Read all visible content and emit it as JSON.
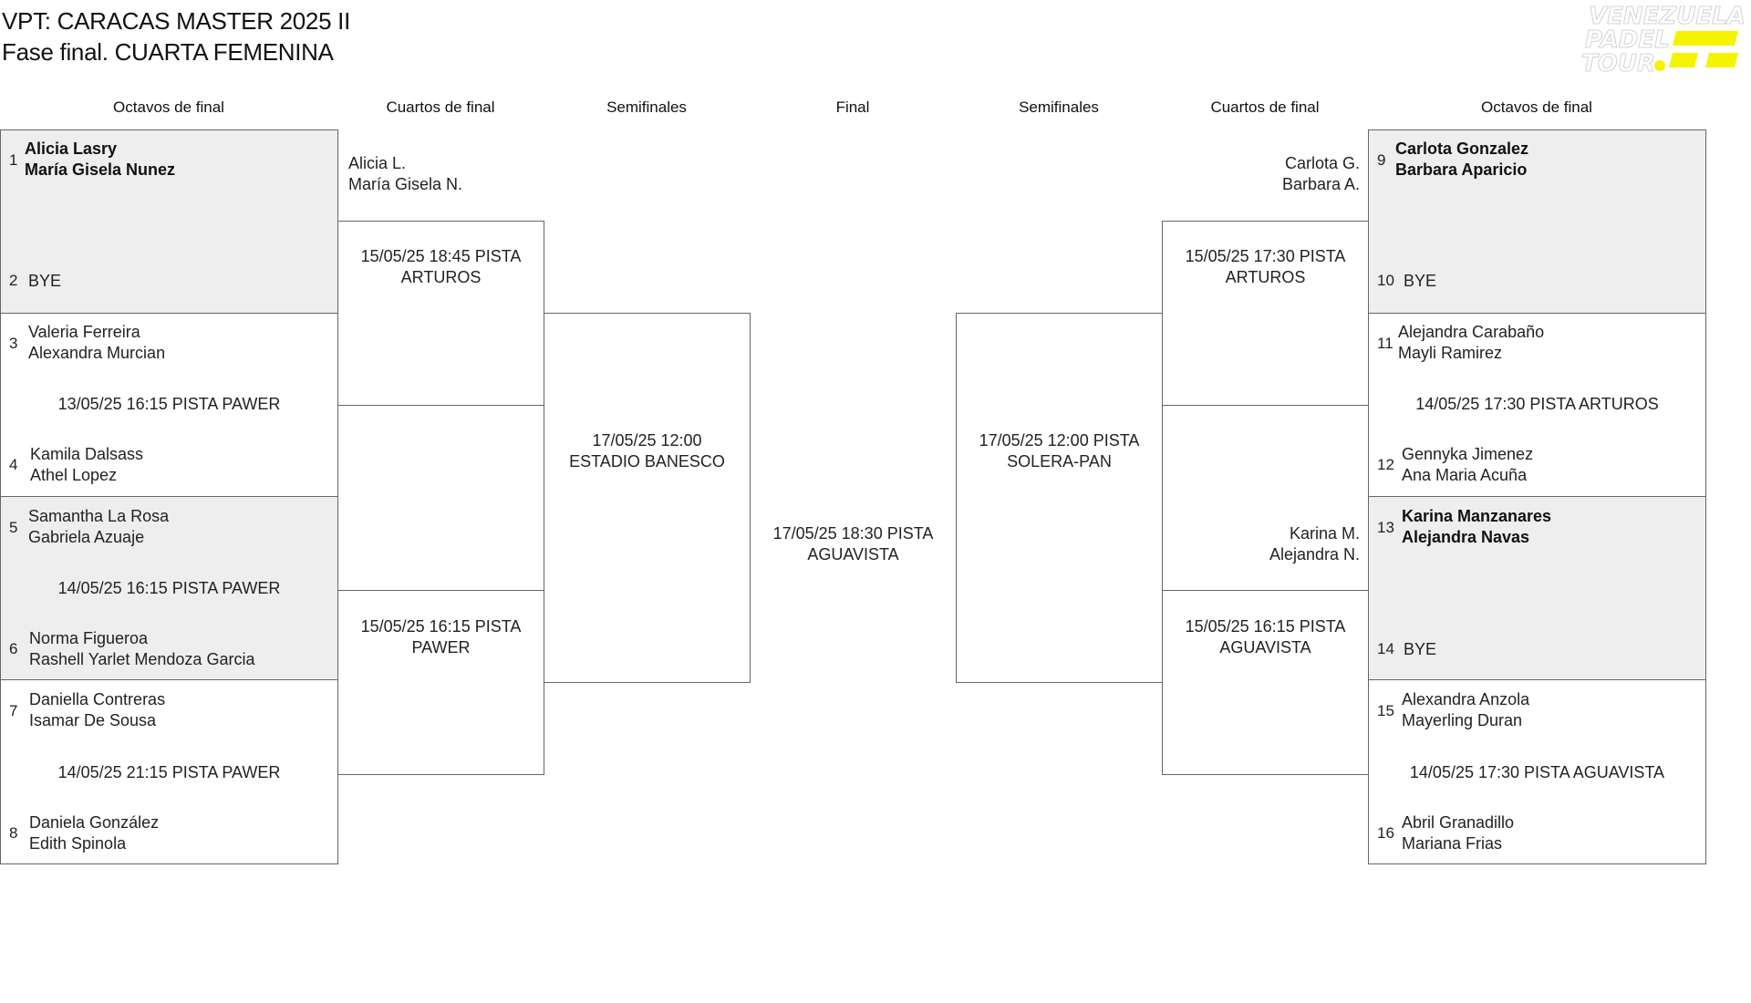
{
  "header": {
    "title": "VPT: CARACAS MASTER 2025 II",
    "subtitle": "Fase final. CUARTA FEMENINA"
  },
  "logo": {
    "lines": [
      "VENEZUELA",
      "PADEL",
      "TOUR"
    ],
    "color": "#f4f400"
  },
  "columns": {
    "left_r16": "Octavos de final",
    "left_qf": "Cuartos de final",
    "left_sf": "Semifinales",
    "final": "Final",
    "right_sf": "Semifinales",
    "right_qf": "Cuartos de final",
    "right_r16": "Octavos de final"
  },
  "left": {
    "r16": [
      {
        "shaded": true,
        "a_seed": "1",
        "a": [
          "Alicia Lasry",
          "María Gisela Nunez"
        ],
        "a_bold": true,
        "schedule": "",
        "b_seed": "2",
        "b": [
          "BYE",
          ""
        ],
        "b_bold": false
      },
      {
        "shaded": false,
        "a_seed": "3",
        "a": [
          "Valeria Ferreira",
          "Alexandra Murcian"
        ],
        "a_bold": false,
        "schedule": "13/05/25 16:15 PISTA PAWER",
        "b_seed": "4",
        "b": [
          "Kamila Dalsass",
          "Athel Lopez"
        ],
        "b_bold": false
      },
      {
        "shaded": true,
        "a_seed": "5",
        "a": [
          "Samantha La Rosa",
          "Gabriela Azuaje"
        ],
        "a_bold": false,
        "schedule": "14/05/25 16:15 PISTA PAWER",
        "b_seed": "6",
        "b": [
          "Norma Figueroa",
          "Rashell Yarlet Mendoza Garcia"
        ],
        "b_bold": false
      },
      {
        "shaded": false,
        "a_seed": "7",
        "a": [
          "Daniella Contreras",
          "Isamar De Sousa"
        ],
        "a_bold": false,
        "schedule": "14/05/25 21:15 PISTA PAWER",
        "b_seed": "8",
        "b": [
          "Daniela González",
          "Edith Spinola"
        ],
        "b_bold": false
      }
    ],
    "qf": [
      {
        "winner": [
          "Alicia L.",
          "María Gisela N."
        ],
        "schedule": [
          "15/05/25 18:45 PISTA",
          "ARTUROS"
        ]
      },
      {
        "winner": [
          "",
          ""
        ],
        "schedule": [
          "15/05/25 16:15 PISTA",
          "PAWER"
        ]
      }
    ],
    "sf": {
      "schedule": [
        "17/05/25 12:00",
        "ESTADIO BANESCO"
      ]
    }
  },
  "final": {
    "schedule": [
      "17/05/25 18:30 PISTA",
      "AGUAVISTA"
    ]
  },
  "right": {
    "r16": [
      {
        "shaded": true,
        "a_seed": "9",
        "a": [
          "Carlota Gonzalez",
          "Barbara Aparicio"
        ],
        "a_bold": true,
        "schedule": "",
        "b_seed": "10",
        "b": [
          "BYE",
          ""
        ],
        "b_bold": false
      },
      {
        "shaded": false,
        "a_seed": "11",
        "a": [
          "Alejandra Carabaño",
          "Mayli Ramirez"
        ],
        "a_bold": false,
        "schedule": "14/05/25 17:30 PISTA ARTUROS",
        "b_seed": "12",
        "b": [
          "Gennyka Jimenez",
          "Ana Maria Acuña"
        ],
        "b_bold": false
      },
      {
        "shaded": true,
        "a_seed": "13",
        "a": [
          "Karina Manzanares",
          "Alejandra Navas"
        ],
        "a_bold": true,
        "schedule": "",
        "b_seed": "14",
        "b": [
          "BYE",
          ""
        ],
        "b_bold": false
      },
      {
        "shaded": false,
        "a_seed": "15",
        "a": [
          "Alexandra Anzola",
          "Mayerling Duran"
        ],
        "a_bold": false,
        "schedule": "14/05/25 17:30 PISTA AGUAVISTA",
        "b_seed": "16",
        "b": [
          "Abril Granadillo",
          "Mariana Frias"
        ],
        "b_bold": false
      }
    ],
    "qf": [
      {
        "winner": [
          "Carlota G.",
          "Barbara A."
        ],
        "schedule": [
          "15/05/25 17:30 PISTA",
          "ARTUROS"
        ]
      },
      {
        "winner": [
          "Karina M.",
          "Alejandra N."
        ],
        "schedule": [
          "15/05/25 16:15 PISTA",
          "AGUAVISTA"
        ]
      }
    ],
    "sf": {
      "schedule": [
        "17/05/25 12:00 PISTA",
        "SOLERA-PAN"
      ]
    }
  }
}
